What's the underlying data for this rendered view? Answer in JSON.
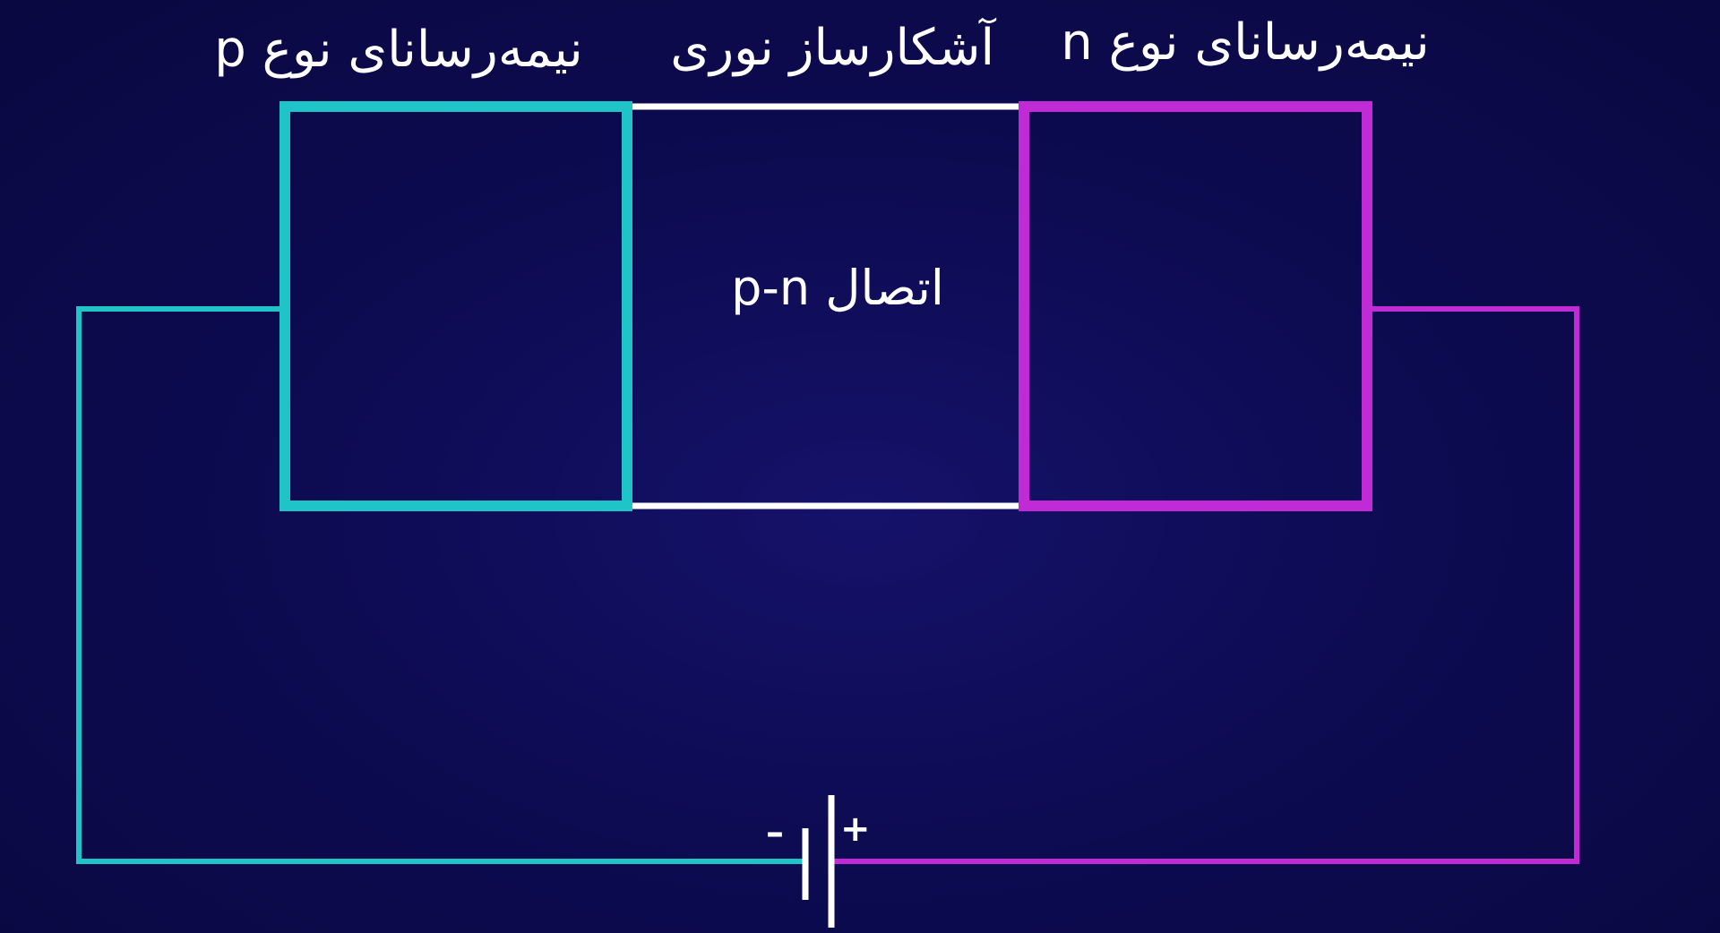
{
  "labels": {
    "p_type": "نیمه‌رسانای نوع p",
    "photodetector": "آشکارساز نوری",
    "n_type": "نیمه‌رسانای نوع n",
    "junction": "اتصال p-n"
  },
  "battery": {
    "minus": "–",
    "plus": "+"
  },
  "colors": {
    "background": "#0c0a4a",
    "p_type": "#1fc4c8",
    "n_type": "#c12bd6",
    "junction_border": "#ffffff"
  }
}
